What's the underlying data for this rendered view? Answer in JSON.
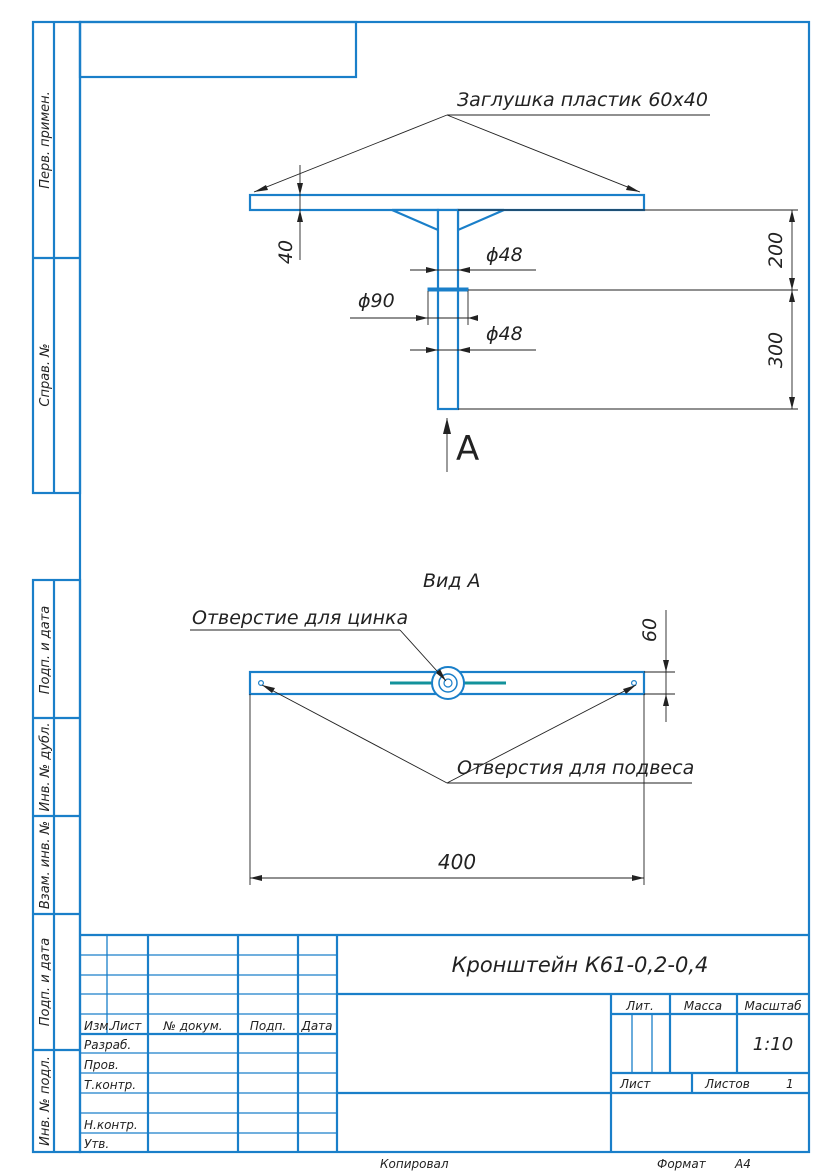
{
  "drawing": {
    "callout_plug": "Заглушка пластик 60х40",
    "dim_40": "40",
    "dim_d48_top": "ϕ48",
    "dim_d90": "ϕ90",
    "dim_d48_bottom": "ϕ48",
    "dim_200": "200",
    "dim_300": "300",
    "view_arrow_label": "A",
    "view_title": "Вид А",
    "callout_zinc_hole": "Отверстие для цинка",
    "dim_60": "60",
    "callout_hang_holes": "Отверстия для подвеса",
    "dim_400": "400"
  },
  "side_strip": {
    "perv_primen": "Перв. примен.",
    "sprav_no": "Справ. №",
    "podp_data_1": "Подп. и дата",
    "inv_dubl": "Инв. № дубл.",
    "vzam_inv": "Взам. инв. №",
    "podp_data_2": "Подп. и дата",
    "inv_podl": "Инв. № подл."
  },
  "title_block": {
    "title": "Кронштейн К61-0,2-0,4",
    "col_izm": "Изм.",
    "col_list": "Лист",
    "col_doc": "№ докум.",
    "col_podp": "Подп.",
    "col_data": "Дата",
    "row_razrab": "Разраб.",
    "row_prov": "Пров.",
    "row_tkontr": "Т.контр.",
    "row_nkontr": "Н.контр.",
    "row_utv": "Утв.",
    "lit": "Лит.",
    "massa": "Масса",
    "masshtab": "Масштаб",
    "scale_value": "1:10",
    "list_label": "Лист",
    "listov_label": "Листов",
    "listov_value": "1"
  },
  "footer": {
    "kopiroval": "Копировал",
    "format_label": "Формат",
    "format_value": "А4"
  },
  "colors": {
    "line": "#1a7fc9",
    "accent": "#13929b",
    "text": "#222222"
  }
}
